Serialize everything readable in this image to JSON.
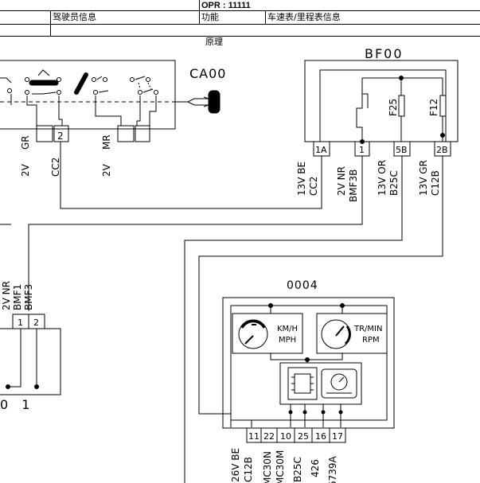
{
  "header": {
    "opr": "OPR : 11111",
    "driver_info": "驾驶员信息",
    "function_label": "功能",
    "function_value": "车速表/里程表信息",
    "principle": "原理"
  },
  "components": {
    "ignition_switch": {
      "code": "CA00",
      "pins": [
        "2"
      ],
      "wire_labels": [
        "GR",
        "MR",
        "2V",
        "CC2",
        "2V"
      ]
    },
    "fuse_box": {
      "code": "BF00",
      "fuses": [
        "F25",
        "F12"
      ],
      "pins": [
        "1A",
        "1",
        "5B",
        "2B"
      ],
      "wire_labels": [
        {
          "line1": "13V BE",
          "line2": "CC2"
        },
        {
          "line1": "2V NR",
          "line2": "BMF3B"
        },
        {
          "line1": "13V OR",
          "line2": "B25C"
        },
        {
          "line1": "13V GR",
          "line2": "C12B"
        }
      ]
    },
    "instrument_panel": {
      "code": "0004",
      "speedometer": {
        "line1": "KM/H",
        "line2": "MPH"
      },
      "tachometer": {
        "line1": "TR/MIN",
        "line2": "RPM"
      },
      "pins": [
        "11",
        "22",
        "10",
        "25",
        "16",
        "17"
      ],
      "wire_labels": [
        "26V BE",
        "C12B",
        "MC30N",
        "MC30M",
        "B25C",
        "426",
        "6739A"
      ]
    },
    "left_module": {
      "code": "0 1",
      "pins": [
        "1",
        "2"
      ],
      "wire_labels": [
        "2V NR",
        "BMF1",
        "BMF3"
      ]
    }
  }
}
